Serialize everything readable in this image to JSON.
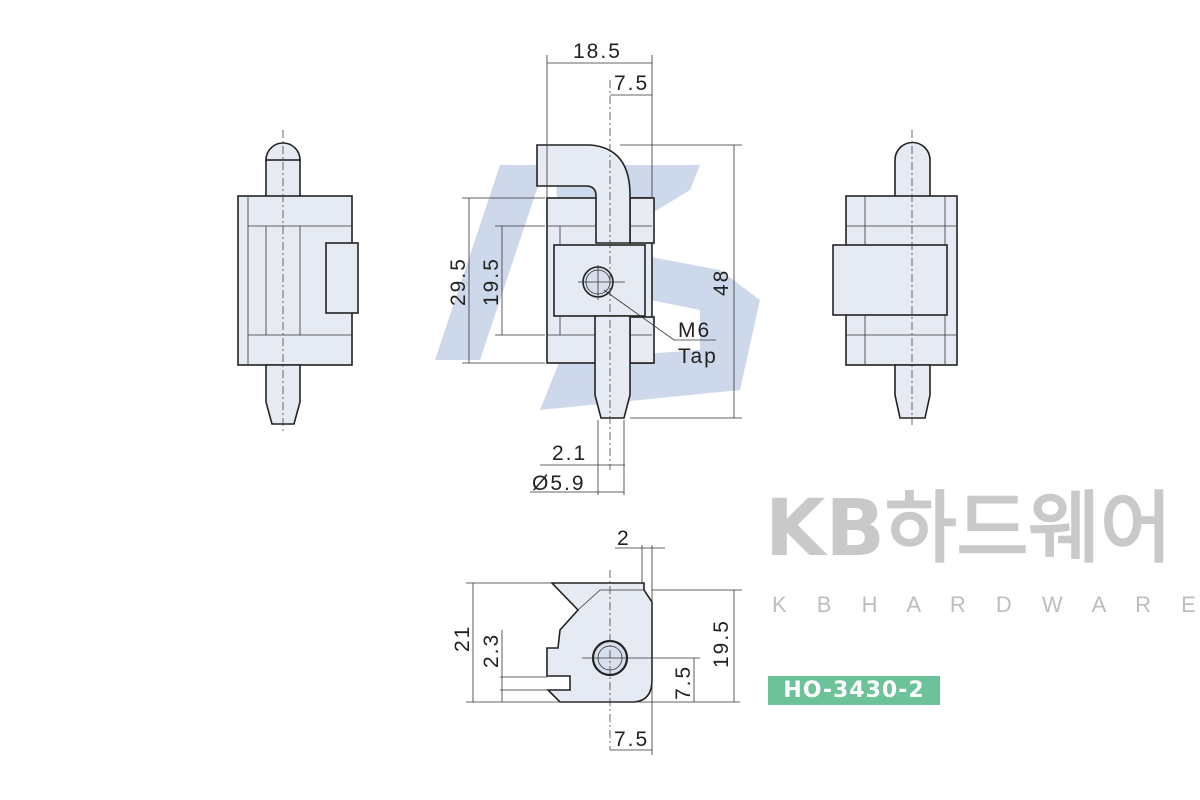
{
  "watermark": {
    "brand_korean": "KB하드웨어",
    "brand_english": "K B H A R D W A R E",
    "logo_text": "KB"
  },
  "part_number": "HO-3430-2",
  "front_view": {
    "dims": {
      "width_total": "18.5",
      "pin_offset": "7.5",
      "height_total": "48",
      "body_height": "29.5",
      "block_height": "19.5",
      "pin_offset_small": "2.1",
      "pin_diameter": "Ø5.9"
    },
    "thread": {
      "size": "M6",
      "type": "Tap"
    }
  },
  "bottom_view": {
    "dims": {
      "top_offset": "2",
      "total_height": "21",
      "slot_height": "2.3",
      "body_height": "19.5",
      "hole_height": "7.5",
      "hole_offset": "7.5"
    }
  },
  "colors": {
    "part_fill": "#e6ebf3",
    "badge": "#6cc39a",
    "logo_watermark": "#b9c8e2"
  }
}
